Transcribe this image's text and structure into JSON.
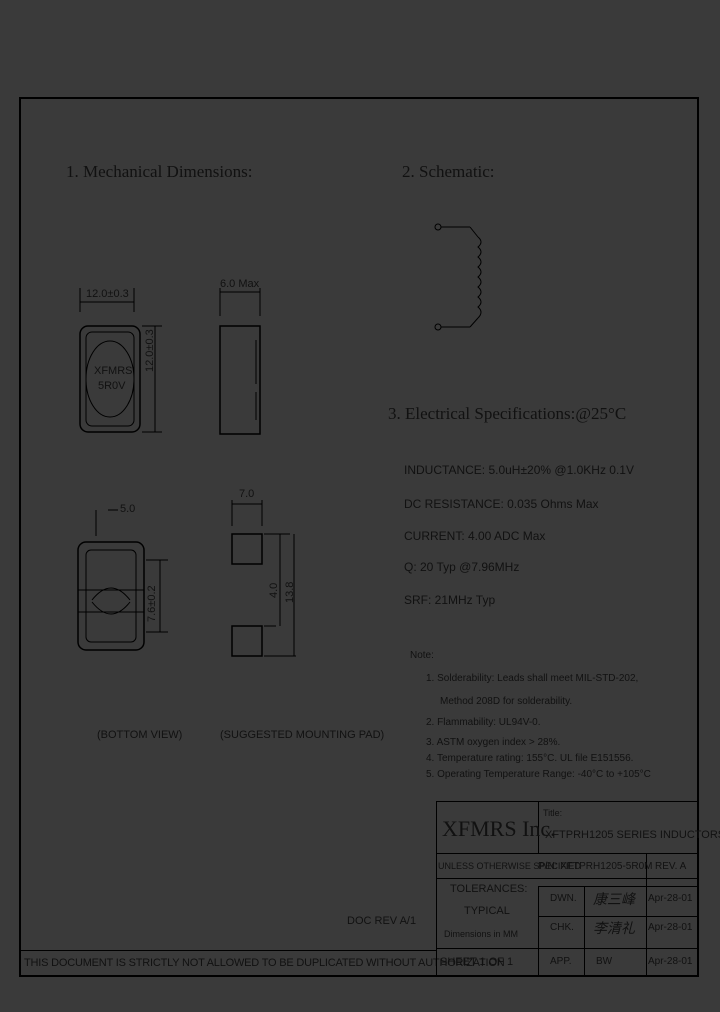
{
  "sections": {
    "mechanical_title": "1. Mechanical Dimensions:",
    "schematic_title": "2. Schematic:",
    "electrical_title": "3. Electrical   Specifications:@25°C"
  },
  "mechanical": {
    "top_width": "12.0±0.3",
    "top_height": "12.0±0.3",
    "marking_line1": "XFMRS",
    "marking_line2": "5R0V",
    "side_height": "6.0 Max",
    "bottom_offset": "5.0",
    "bottom_height": "7.6±0.2",
    "pad_width": "7.0",
    "pad_gap": "4.0",
    "pad_total": "13.8",
    "bottom_view_label": "(BOTTOM VIEW)",
    "mounting_pad_label": "(SUGGESTED MOUNTING PAD)"
  },
  "specs": [
    "INDUCTANCE: 5.0uH±20% @1.0KHz 0.1V",
    "DC RESISTANCE:  0.035 Ohms Max",
    "CURRENT: 4.00 ADC Max",
    "Q:  20 Typ @7.96MHz",
    "SRF:  21MHz Typ"
  ],
  "notes": {
    "title": "Note:",
    "items": [
      "1. Solderability: Leads shall meet MIL-STD-202,",
      "Method 208D for solderability.",
      "2. Flammability: UL94V-0.",
      "3. ASTM oxygen index > 28%.",
      "4. Temperature rating: 155°C. UL file E151556.",
      "5. Operating Temperature Range: -40°C to +105°C"
    ]
  },
  "doc_rev": "DOC REV A/1",
  "disclaimer": "THIS DOCUMENT IS STRICTLY NOT ALLOWED TO BE DUPLICATED WITHOUT AUTHORIZATION",
  "title_block": {
    "company": "XFMRS Inc.",
    "title_label": "Title:",
    "title": "XFTPRH1205 SERIES INDUCTORS",
    "unless_spec": "UNLESS OTHERWISE SPECIFIED",
    "pn": "P/N: XFTPRH1205-5R0M",
    "rev": "REV. A",
    "tolerances": "TOLERANCES:",
    "typical": "TYPICAL",
    "dimensions": "Dimensions in MM",
    "dwn_label": "DWN.",
    "dwn_sig": "康三峰",
    "dwn_date": "Apr-28-01",
    "chk_label": "CHK.",
    "chk_sig": "李清礼",
    "chk_date": "Apr-28-01",
    "sheet": "SHEET  1  OF  1",
    "app_label": "APP.",
    "app_sig": "BW",
    "app_date": "Apr-28-01"
  }
}
